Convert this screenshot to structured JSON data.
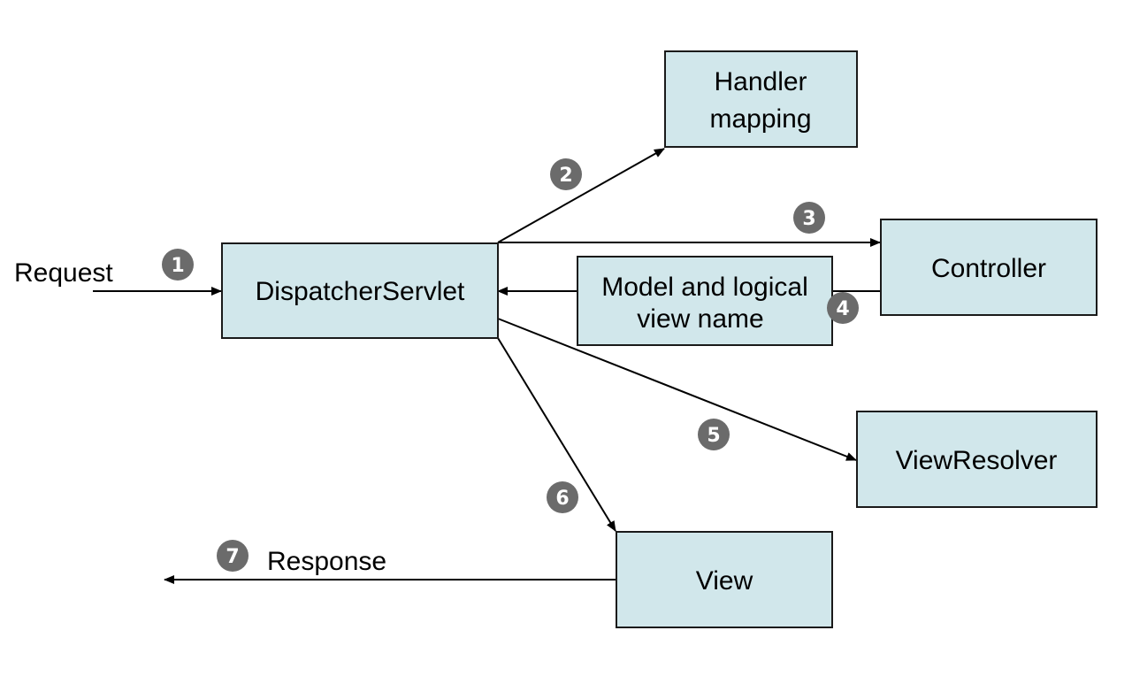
{
  "colors": {
    "box_fill": "#d1e7eb",
    "box_stroke": "#1a1a1a",
    "badge_fill": "#6b6b6b",
    "badge_text": "#ffffff",
    "edge": "#000000"
  },
  "nodes": {
    "dispatcher": {
      "label": "DispatcherServlet"
    },
    "handler_mapping": {
      "lines": [
        "Handler",
        "mapping"
      ]
    },
    "controller": {
      "label": "Controller"
    },
    "model_view": {
      "lines": [
        "Model and logical",
        "view name"
      ]
    },
    "view_resolver": {
      "label": "ViewResolver"
    },
    "view": {
      "label": "View"
    }
  },
  "labels": {
    "request": "Request",
    "response": "Response"
  },
  "steps": {
    "s1": "1",
    "s2": "2",
    "s3": "3",
    "s4": "4",
    "s5": "5",
    "s6": "6",
    "s7": "7"
  }
}
